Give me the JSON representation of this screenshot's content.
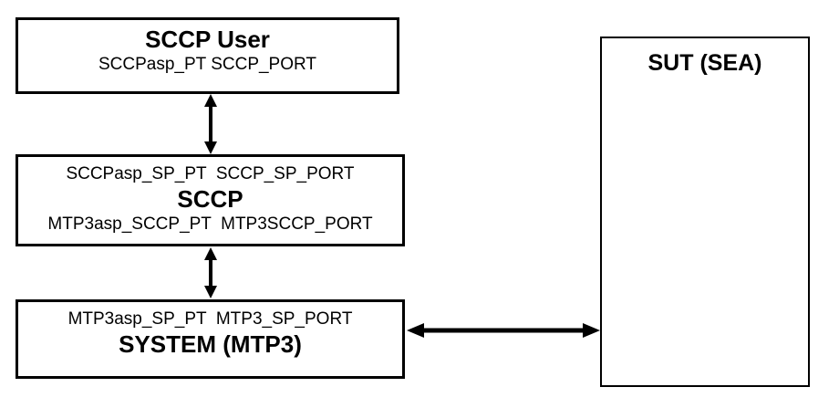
{
  "diagram": {
    "boxes": {
      "sccp_user": {
        "title": "SCCP User",
        "ports": "SCCPasp_PT SCCP_PORT"
      },
      "sccp": {
        "upper_ports": "SCCPasp_SP_PT  SCCP_SP_PORT",
        "title": "SCCP",
        "lower_ports": "MTP3asp_SCCP_PT  MTP3SCCP_PORT"
      },
      "system_mtp3": {
        "ports": "MTP3asp_SP_PT  MTP3_SP_PORT",
        "title": "SYSTEM (MTP3)"
      },
      "sut": {
        "title": "SUT (SEA)"
      }
    },
    "connections": [
      {
        "from": "SCCP User",
        "to": "SCCP",
        "style": "double-headed-arrow",
        "orientation": "vertical"
      },
      {
        "from": "SCCP",
        "to": "SYSTEM (MTP3)",
        "style": "double-headed-arrow",
        "orientation": "vertical"
      },
      {
        "from": "SYSTEM (MTP3)",
        "to": "SUT (SEA)",
        "style": "double-headed-arrow",
        "orientation": "horizontal"
      }
    ],
    "colors": {
      "line": "#000000",
      "text": "#000000",
      "background": "#ffffff"
    }
  }
}
